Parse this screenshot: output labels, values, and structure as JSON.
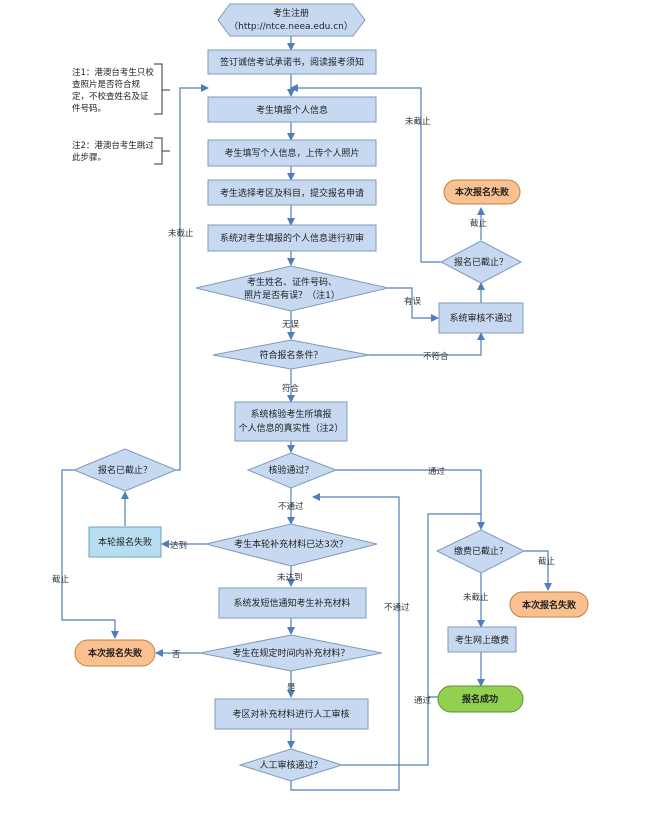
{
  "start": {
    "line1": "考生注册",
    "line2": "（http://ntce.neea.edu.cn）"
  },
  "steps": {
    "sign_pledge": "签订诚信考试承诺书，阅读报考须知",
    "fill_info": "考生填报个人信息",
    "upload_photo": "考生填写个人信息，上传个人照片",
    "choose_subject": "考生选择考区及科目，提交报名申请",
    "initial_review": "系统对考生填报的个人信息进行初审",
    "verify_line1": "系统核验考生所填报",
    "verify_line2": "个人信息的真实性（注2）",
    "review_fail": "系统审核不通过",
    "sms_notice": "系统发短信通知考生补充材料",
    "manual_review": "考区对补充材料进行人工审核",
    "online_pay": "考生网上缴费",
    "round_fail": "本轮报名失败"
  },
  "decisions": {
    "check_errors_line1": "考生姓名、证件号码、",
    "check_errors_line2": "照片是否有误？（注1）",
    "eligible": "符合报名条件？",
    "verify_pass": "核验通过？",
    "three_times": "考生本轮补充材料已达3次？",
    "in_time": "考生在规定时间内补充材料？",
    "manual_pass": "人工审核通过？",
    "deadline_right": "报名已截止？",
    "deadline_left": "报名已截止？",
    "pay_deadline": "缴费已截止？"
  },
  "terminals": {
    "fail_top": "本次报名失败",
    "fail_left": "本次报名失败",
    "fail_right": "本次报名失败",
    "success": "报名成功"
  },
  "labels": {
    "not_closed_left": "未截止",
    "not_closed_top": "未截止",
    "closed_top": "截止",
    "has_error": "有误",
    "no_error": "无误",
    "not_eligible": "不符合",
    "eligible_yes": "符合",
    "pass": "通过",
    "not_pass": "不通过",
    "reached": "达到",
    "not_reached": "未达到",
    "no": "否",
    "yes": "是",
    "closed_left": "截止",
    "closed_pay": "截止",
    "not_closed_pay": "未截止",
    "not_pass_manual": "不通过",
    "pass_manual": "通过"
  },
  "notes": {
    "note1_lines": [
      "注1：港澳台考生只校",
      "查照片是否符合规",
      "定，不校查姓名及证",
      "件号码。"
    ],
    "note2_lines": [
      "注2：港澳台考生跳过",
      "此步骤。"
    ]
  }
}
